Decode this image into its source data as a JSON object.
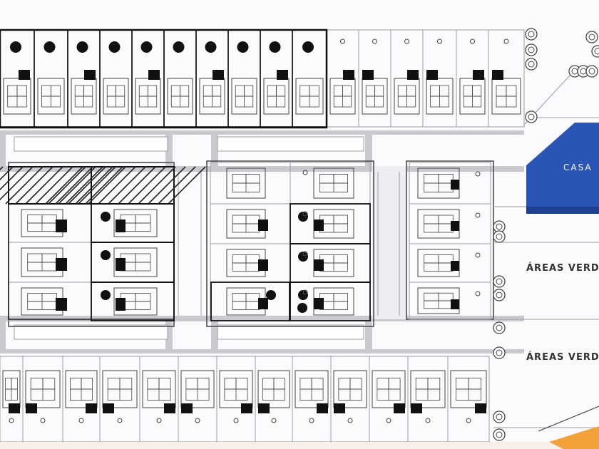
{
  "labels": {
    "casa": "CASA",
    "areas_verdes_1": "ÁREAS VERD",
    "areas_verdes_2": "ÁREAS VERD"
  },
  "colors": {
    "paper": "#fbfbfd",
    "line": "#444444",
    "faint_line": "#9a9ca3",
    "road": "#c8cad0",
    "casa_fill": "#2a55b5",
    "ink": "#111111",
    "bottom_accent": "#f2a23a"
  },
  "icons": [
    "tree-icon",
    "bushes-icon"
  ]
}
